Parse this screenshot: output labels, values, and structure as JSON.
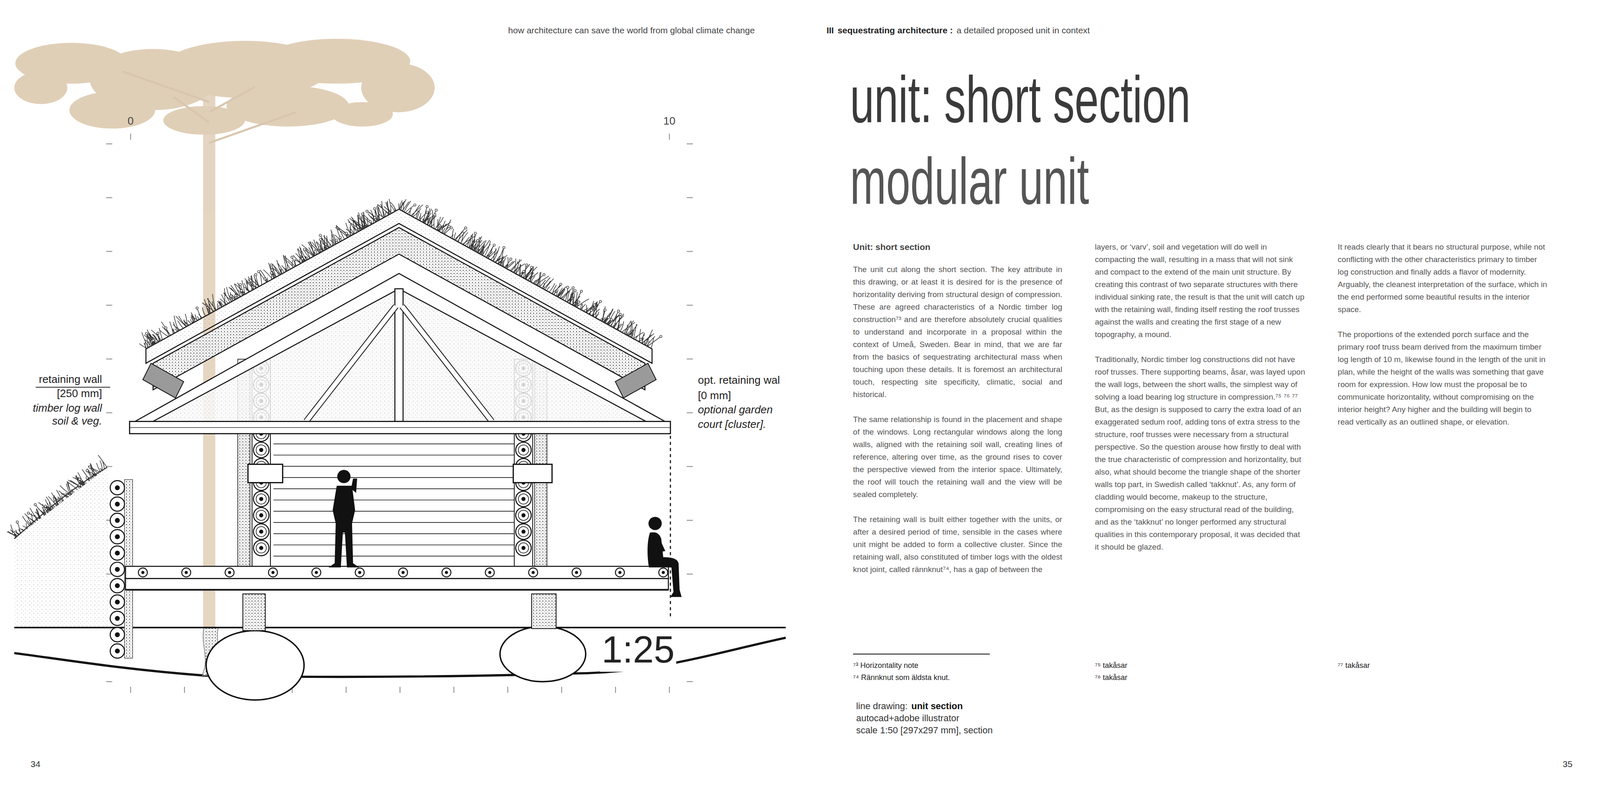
{
  "diagram": {
    "title": "unit: short section",
    "labels": [
      "how architecture can save the world from global climate change",
      "III",
      "sequestrating architecture :",
      "a detailed proposed unit in context",
      "modular unit",
      "Unit: short section",
      "The unit cut along the short section. The key attribute in this drawing, or at least it is desired for is the presence of horizontality deriving from structural design of compression. These are agreed characteristics of a Nordic timber log construction⁷³ and are therefore absolutely crucial qualities to understand and incorporate in a proposal within the context of Umeå, Sweden. Bear in mind, that we are far from the basics of sequestrating architectural mass when touching upon these details. It is foremost an architectural touch, respecting site specificity, climatic, social and historical.",
      "The same relationship is found in the placement and shape of the windows. Long rectangular windows along the long walls, aligned with the retaining soil wall, creating lines of reference, altering over time, as the ground rises to cover the perspective viewed from the interior space. Ultimately, the roof will touch the retaining wall and the view will be sealed completely.",
      "The retaining wall is built either together with the units, or after a desired period of time, sensible in the cases where unit might be added to form a collective cluster. Since the retaining wall, also constituted of timber logs with the oldest knot joint, called rännknut⁷⁴, has a gap of between the",
      "layers, or ‘varv’, soil and vegetation will do well in compacting the wall, resulting in a mass that will not sink and compact to the extend of the main unit structure. By creating this contrast of two separate structures with there individual sinking rate, the result is that the unit will catch up with the retaining wall, finding itself resting the roof trusses against the walls and creating the first stage of a new topography, a mound.",
      "Traditionally, Nordic timber log constructions did not have roof trusses. There supporting beams, åsar, was layed upon the wall logs, between the short walls, the simplest way of solving a load bearing log structure in compression.⁷⁵ ⁷⁶ ⁷⁷ But, as the design is supposed to carry the extra load of an exaggerated sedum roof, adding tons of extra stress to the structure, roof trusses were necessary from a structural perspective. So the question arouse how firstly to deal with the true characteristic of compression and horizontality, but also, what should become the triangle shape of the shorter walls top part, in Swedish called ‘takknut’. As, any form of cladding would become, makeup to the structure, compromising on the easy structural read of the building, and as the ‘takknut’ no longer performed any structural qualities in this contemporary proposal, it was decided that it should be glazed.",
      "It reads clearly that it bears no structural purpose, while not conflicting with the other characteristics primary to timber log construction and finally adds a flavor of modernity. Arguably, the cleanest interpretation of the surface, which in the end performed some beautiful results in the interior space.",
      "The proportions of the extended porch surface and the primary roof truss beam derived from the maximum timber log length of 10 m, likewise found in the length of the unit in plan, while the height of the walls was something that gave room for expression. How low must the proposal be to communicate horizontality, without compromising on the interior height? Any higher and the building will begin to read vertically as an outlined shape, or elevation.",
      "⁷³ Horizontality note",
      "⁷⁴ Rännknut som äldsta knut.",
      "⁷⁵ takåsar",
      "⁷⁶ takåsar",
      "⁷⁷ takåsar",
      "line drawing:",
      "unit section",
      "autocad+adobe illustrator",
      "scale 1:50 [297x297 mm], section",
      "0",
      "10",
      "retaining wall",
      "[250 mm]",
      "timber log wall",
      "soil & veg.",
      "opt. retaining wal",
      "[0 mm]",
      "optional garden",
      "court [cluster].",
      "1:25",
      "34",
      "35"
    ]
  }
}
